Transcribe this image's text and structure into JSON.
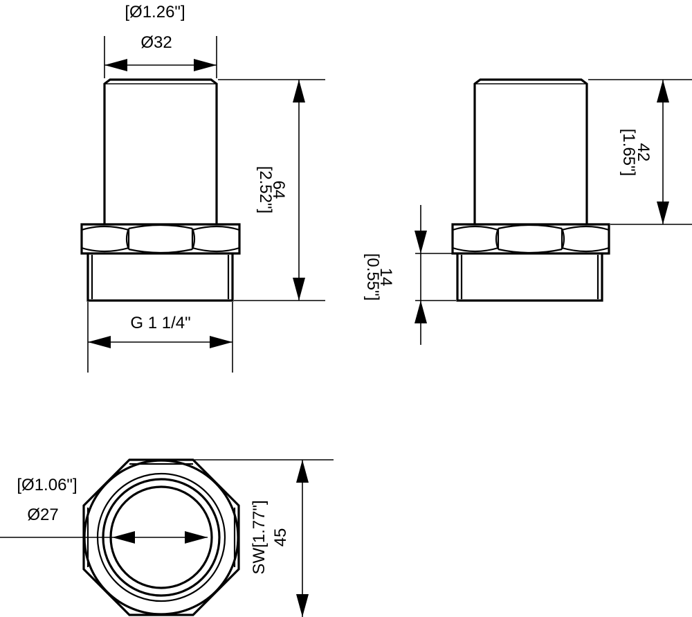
{
  "front_view": {
    "top_diameter_inch": "[Ø1.26\"]",
    "top_diameter_mm": "Ø32",
    "height_inch": "[2.52\"]",
    "height_mm": "64",
    "thread_label": "G 1 1/4\""
  },
  "side_view": {
    "upper_height_inch": "[1.65\"]",
    "upper_height_mm": "42",
    "lower_height_inch": "[0.55\"]",
    "lower_height_mm": "14"
  },
  "bottom_view": {
    "inner_diameter_inch": "[Ø1.06\"]",
    "inner_diameter_mm": "Ø27",
    "across_flats_inch": "SW[1.77\"]",
    "across_flats_mm": "45"
  }
}
